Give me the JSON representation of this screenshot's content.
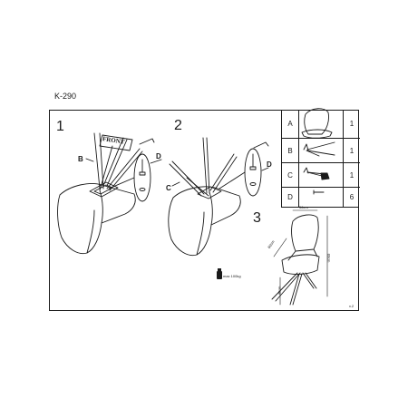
{
  "sheet": {
    "model": "K-290",
    "version": "v.2",
    "max_load": "max 100kg"
  },
  "steps": [
    {
      "number": "1",
      "labels": [
        "B",
        "D"
      ],
      "box_text": "FRONT"
    },
    {
      "number": "2",
      "labels": [
        "C",
        "D"
      ]
    },
    {
      "number": "3"
    }
  ],
  "parts": [
    {
      "letter": "A",
      "qty": "1"
    },
    {
      "letter": "B",
      "qty": "1"
    },
    {
      "letter": "C",
      "qty": "1"
    },
    {
      "letter": "D",
      "qty": "6"
    }
  ],
  "dimensions": {
    "width": "56cm",
    "depth": "60cm",
    "height": "89cm",
    "seat_height": "46cm"
  }
}
